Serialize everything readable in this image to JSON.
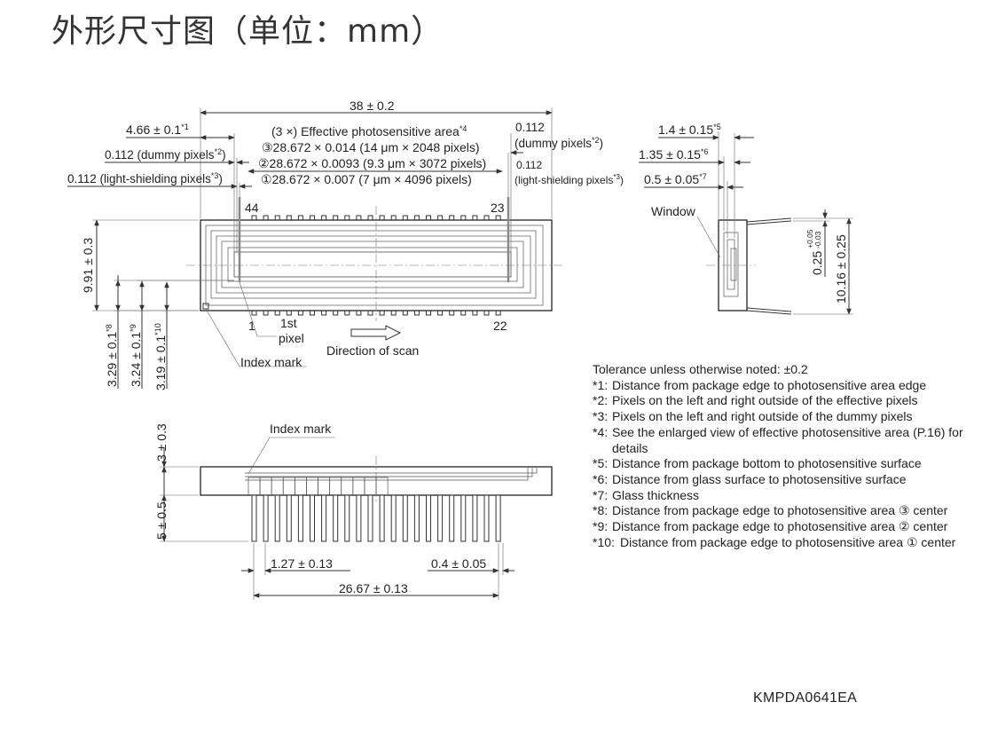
{
  "title": "外形尺寸图（单位：mm）",
  "front_view": {
    "overall_width": "38 ± 0.2",
    "edge_offset": "4.66 ± 0.1",
    "edge_offset_note": "*1",
    "dummy_left": "0.112 (dummy pixels",
    "dummy_left_note": "*2",
    "shield_left": "0.112 (light-shielding pixels",
    "shield_left_note": "*3",
    "effective_heading": "(3 ×) Effective photosensitive area",
    "effective_heading_note": "*4",
    "effective_rows": [
      "③28.672 × 0.014 (14 μm × 2048 pixels)",
      "②28.672 × 0.0093 (9.3 μm × 3072 pixels)",
      "①28.672 × 0.007 (7 μm × 4096 pixels)"
    ],
    "dummy_right_value": "0.112",
    "dummy_right_label": "(dummy pixels",
    "dummy_right_note": "*2",
    "shield_right_value": "0.112",
    "shield_right_label": "(light-shielding pixels",
    "shield_right_note": "*3",
    "pin_44": "44",
    "pin_23": "23",
    "pin_1": "1",
    "pin_22": "22",
    "first_pixel_1": "1st",
    "first_pixel_2": "pixel",
    "scan_direction": "Direction of scan",
    "index_mark": "Index mark",
    "height": "9.91 ± 0.3",
    "center_3": "3.29 ± 0.1",
    "center_3_note": "*8",
    "center_2": "3.24 ± 0.1",
    "center_2_note": "*9",
    "center_1": "3.19 ± 0.1",
    "center_1_note": "*10"
  },
  "side_view": {
    "bottom_to_surface": "1.4 ± 0.15",
    "bottom_to_surface_note": "*5",
    "glass_to_surface": "1.35 ± 0.15",
    "glass_to_surface_note": "*6",
    "glass_thickness": "0.5 ± 0.05",
    "glass_thickness_note": "*7",
    "window": "Window",
    "lead_thickness": "0.25",
    "lead_tol_plus": "+0.05",
    "lead_tol_minus": "-0.03",
    "width": "10.16 ± 0.25"
  },
  "bottom_view": {
    "index_mark": "Index mark",
    "body_height": "3 ± 0.3",
    "lead_length": "5 ± 0.5",
    "pitch": "1.27 ± 0.13",
    "lead_width": "0.4 ± 0.05",
    "pin_span": "26.67 ± 0.13"
  },
  "notes": [
    {
      "key": "",
      "text": "Tolerance unless otherwise noted: ±0.2"
    },
    {
      "key": "*1:",
      "text": "Distance from package edge to photosensitive area edge"
    },
    {
      "key": "*2:",
      "text": "Pixels on the left and right outside of the effective pixels"
    },
    {
      "key": "*3:",
      "text": "Pixels on the left and right outside of the dummy pixels"
    },
    {
      "key": "*4:",
      "text": "See the enlarged view of effective photosensitive area (P.16) for details"
    },
    {
      "key": "*5:",
      "text": "Distance from package bottom to photosensitive surface"
    },
    {
      "key": "*6:",
      "text": "Distance from glass surface to photosensitive surface"
    },
    {
      "key": "*7:",
      "text": "Glass thickness"
    },
    {
      "key": "*8:",
      "text": "Distance from package edge to photosensitive area ③ center"
    },
    {
      "key": "*9:",
      "text": "Distance from package edge to photosensitive area ② center"
    },
    {
      "key": "*10:",
      "text": "Distance from package edge to photosensitive area ① center"
    }
  ],
  "drawing_code": "KMPDA0641EA"
}
